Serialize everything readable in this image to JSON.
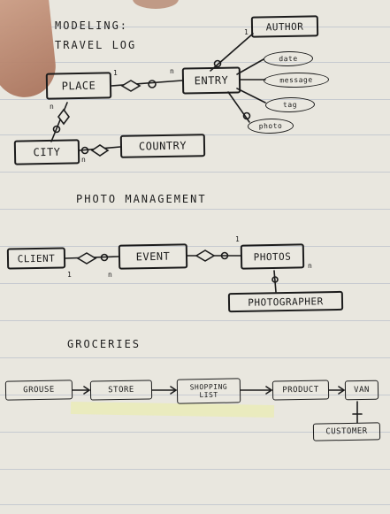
{
  "headings": {
    "modeling": "MODELING:",
    "travel_log": "TRAVEL LOG",
    "photo_management": "PHOTO MANAGEMENT",
    "groceries": "GROCERIES"
  },
  "travel_log": {
    "author": "AUTHOR",
    "place": "PLACE",
    "entry": "ENTRY",
    "city": "CITY",
    "country": "COUNTRY",
    "attr_date": "date",
    "attr_message": "message",
    "attr_tag": "tag",
    "attr_photo": "photo"
  },
  "photo_management": {
    "client": "CLIENT",
    "event": "EVENT",
    "photos": "PHOTOS",
    "photographer": "PHOTOGRAPHER"
  },
  "groceries": {
    "grouse": "GROUSE",
    "store": "STORE",
    "shopping_list_line1": "SHOPPING",
    "shopping_list_line2": "LIST",
    "product": "PRODUCT",
    "van": "VAN",
    "customer": "CUSTOMER"
  },
  "multiplicities": {
    "one": "1",
    "n": "n"
  }
}
